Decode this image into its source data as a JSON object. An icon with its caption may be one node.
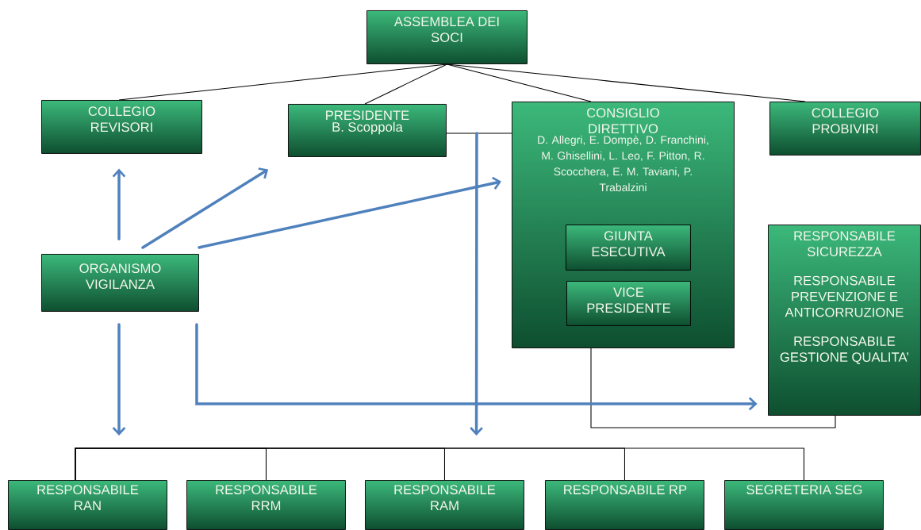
{
  "diagram": {
    "nodes": [
      {
        "text": [
          "ASSEMBLEA DEI SOCI"
        ]
      },
      {
        "text": [
          "COLLEGIO REVISORI"
        ]
      },
      {
        "text": [
          "PRESIDENTE",
          "B. Scoppola"
        ]
      },
      {
        "text": [
          "CONSIGLIO DIRETTIVO",
          "D. Allegri, E. Dompè, D. Franchini, M. Ghisellini, L. Leo, F. Pitton, R. Scocchera, E. M. Taviani, P. Trabalzini"
        ]
      },
      {
        "text": [
          "GIUNTA ESECUTIVA"
        ],
        "in": 3
      },
      {
        "text": [
          "VICE PRESIDENTE"
        ],
        "in": 3
      },
      {
        "text": [
          "COLLEGIO PROBIVIRI"
        ]
      },
      {
        "text": [
          "ORGANISMO VIGILANZA"
        ]
      },
      {
        "text": [
          "RESPONSABILE SICUREZZA",
          "RESPONSABILE PREVENZIONE E ANTICORRUZIONE",
          "RESPONSABILE GESTIONE QUALITA’"
        ]
      },
      {
        "text": [
          "RESPONSABILE RAN"
        ]
      },
      {
        "text": [
          "RESPONSABILE RRM"
        ]
      },
      {
        "text": [
          "RESPONSABILE RAM"
        ]
      },
      {
        "text": [
          "RESPONSABILE RP"
        ]
      },
      {
        "text": [
          "SEGRETERIA SEG"
        ]
      }
    ],
    "edges": [
      {
        "from": 0,
        "to": 1,
        "arrow": "none"
      },
      {
        "from": 0,
        "to": 2,
        "arrow": "none"
      },
      {
        "from": 0,
        "to": 3,
        "arrow": "none"
      },
      {
        "from": 0,
        "to": 6,
        "arrow": "none"
      },
      {
        "from": 2,
        "to": 3,
        "arrow": "none"
      },
      {
        "from": 3,
        "to": 8,
        "arrow": "none"
      },
      {
        "from": 9,
        "to": 10,
        "arrow": "none"
      },
      {
        "from": 9,
        "to": 11,
        "arrow": "none"
      },
      {
        "from": 9,
        "to": 12,
        "arrow": "none"
      },
      {
        "from": 9,
        "to": 13,
        "arrow": "none"
      },
      {
        "from": 7,
        "to": 1,
        "arrow": "to",
        "style": "thick",
        "color": "#4f81bd"
      },
      {
        "from": 7,
        "to": 2,
        "arrow": "to",
        "style": "thick",
        "color": "#4f81bd"
      },
      {
        "from": 7,
        "to": 3,
        "arrow": "to",
        "style": "thick",
        "color": "#4f81bd"
      },
      {
        "from": 7,
        "to": 9,
        "arrow": "to",
        "style": "thick",
        "color": "#4f81bd"
      },
      {
        "from": 7,
        "to": 8,
        "arrow": "to",
        "style": "thick",
        "color": "#4f81bd"
      },
      {
        "from": 2,
        "to": 11,
        "arrow": "to",
        "style": "thick",
        "color": "#4f81bd"
      }
    ]
  }
}
